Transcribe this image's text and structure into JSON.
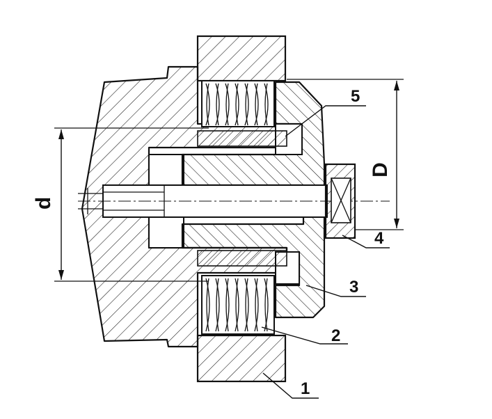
{
  "dimensions": {
    "d": "d",
    "D": "D"
  },
  "callouts": {
    "p1": "1",
    "p2": "2",
    "p3": "3",
    "p4": "4",
    "p5": "5"
  }
}
